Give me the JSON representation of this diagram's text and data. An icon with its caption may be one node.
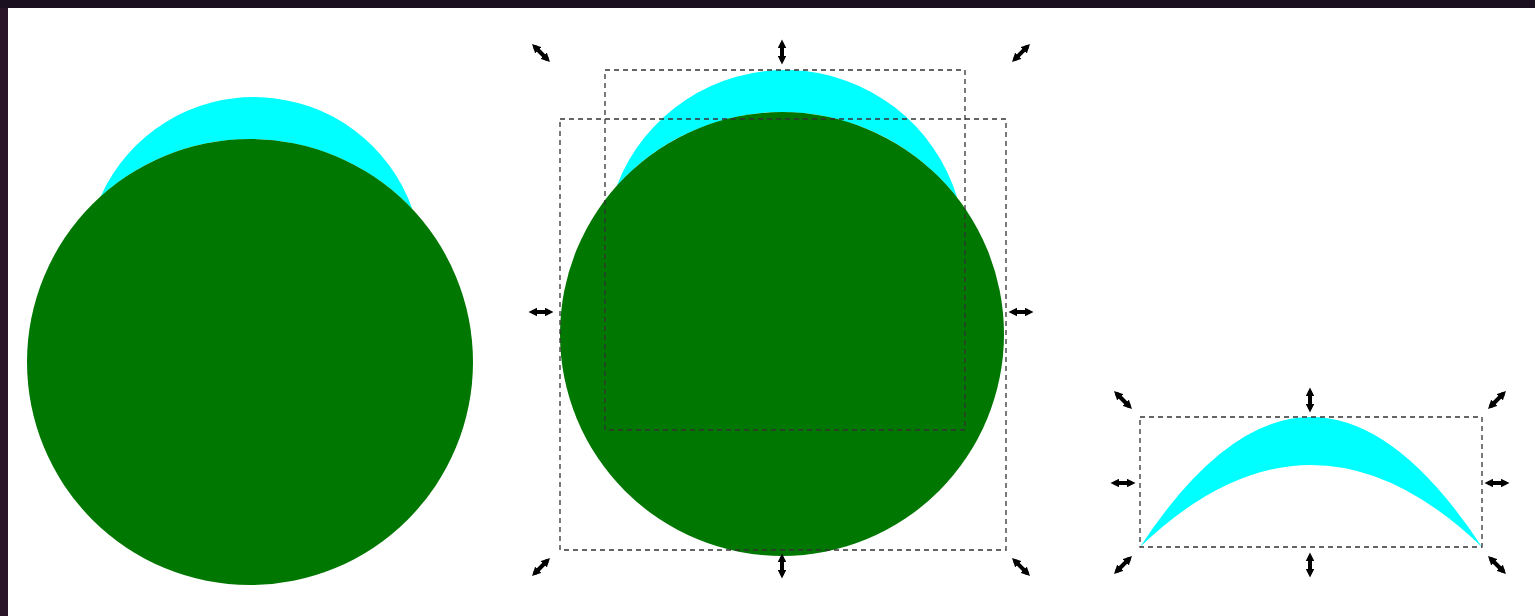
{
  "diagram": {
    "nodes": [
      {
        "text": [],
        "shape": "circle"
      },
      {
        "text": [],
        "shape": "circle"
      },
      {
        "text": [],
        "shape": "circle"
      },
      {
        "text": [],
        "shape": "circle"
      },
      {
        "text": [],
        "shape": "crescent"
      }
    ]
  }
}
